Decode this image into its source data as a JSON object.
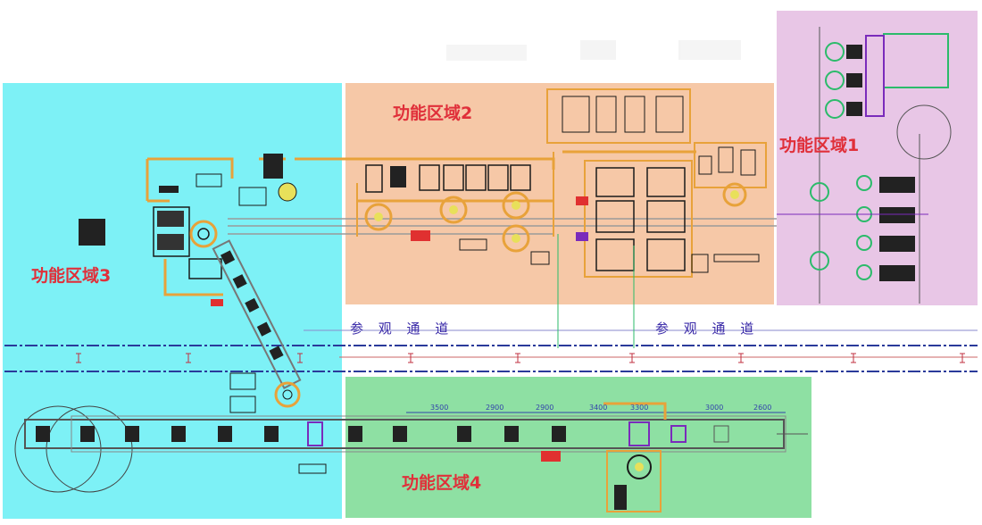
{
  "zones": {
    "zone1": {
      "label": "功能区域1",
      "color": "#e8c6e6"
    },
    "zone2": {
      "label": "功能区域2",
      "color": "#f6c8a7"
    },
    "zone3": {
      "label": "功能区域3",
      "color": "#7df1f6"
    },
    "zone4": {
      "label": "功能区域4",
      "color": "#8ee0a3"
    }
  },
  "aisle": {
    "left_label": "参 观 通 道",
    "right_label": "参 观 通 道"
  },
  "dimensions": [
    "3500",
    "2900",
    "2900",
    "3400",
    "3300",
    "3000",
    "2600"
  ],
  "colors": {
    "label_red": "#e0303a",
    "conveyor": "#e8a23a",
    "machine": "#1a1a1a",
    "line_blue": "#2a3a9a"
  }
}
